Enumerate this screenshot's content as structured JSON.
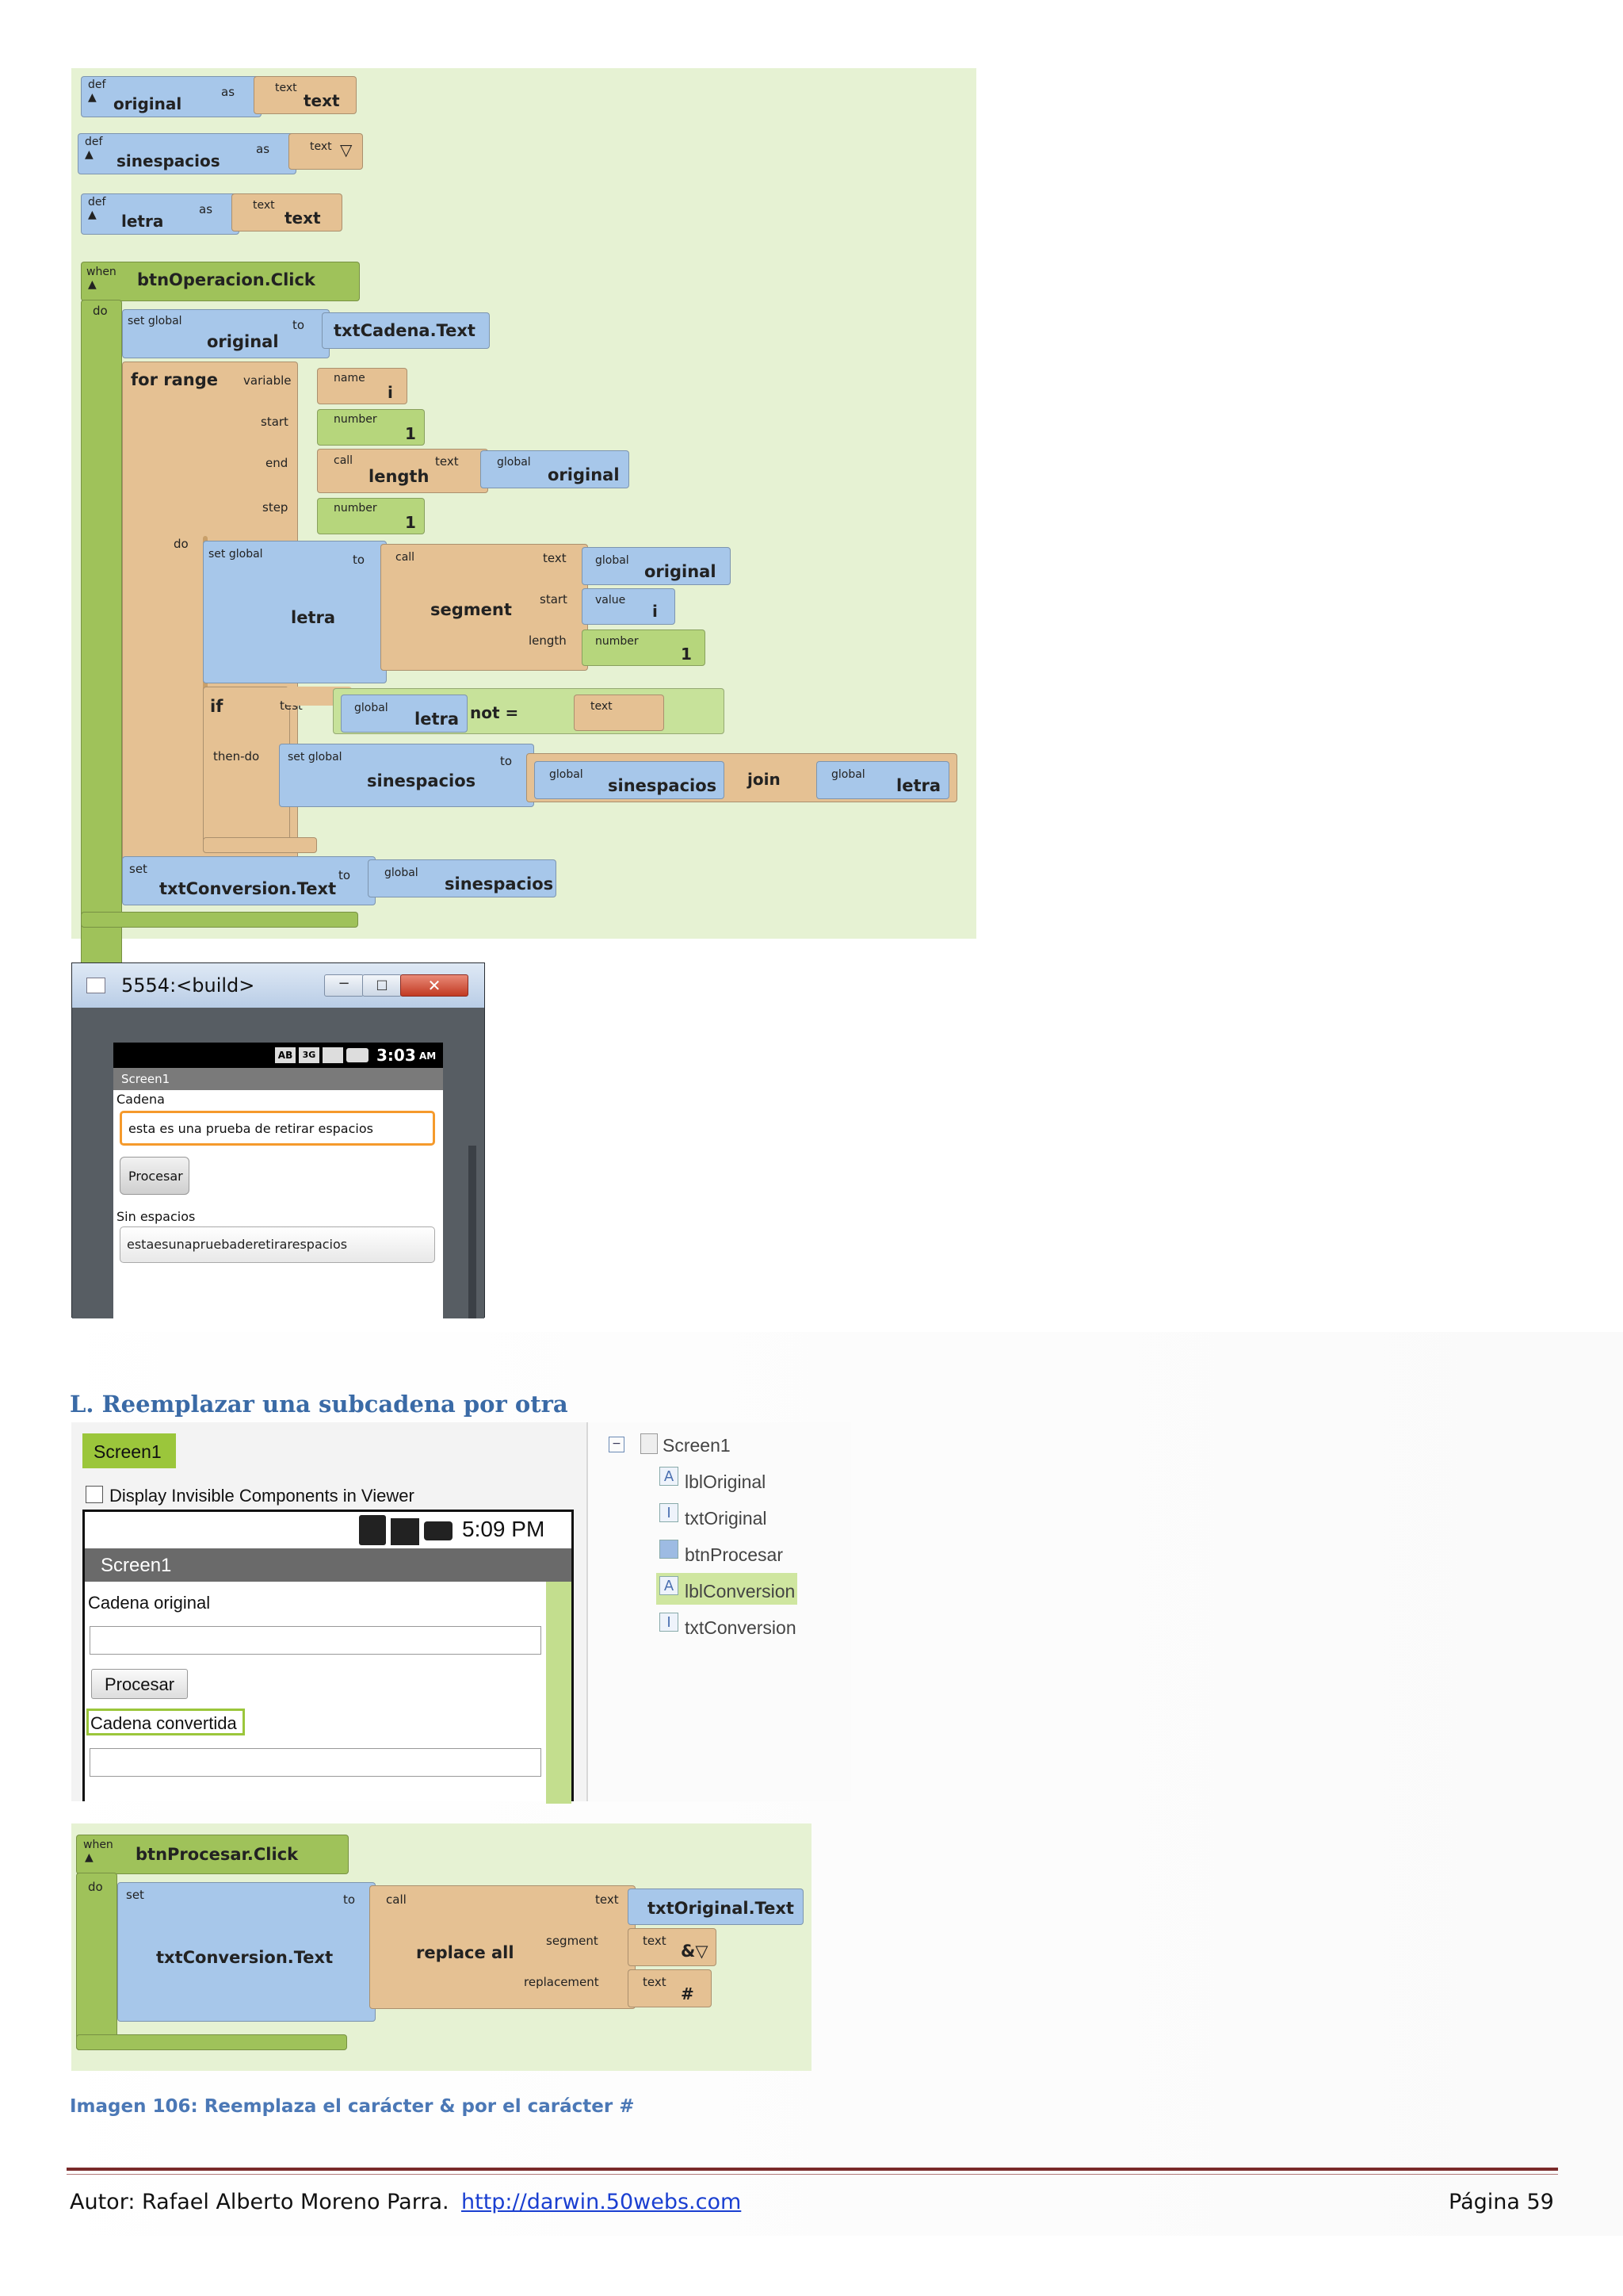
{
  "blocks1": {
    "def_label": "def",
    "as_label": "as",
    "text_label": "text",
    "defs": [
      {
        "name": "original",
        "value": "text"
      },
      {
        "name": "sinespacios",
        "value": "▽"
      },
      {
        "name": "letra",
        "value": "text"
      }
    ],
    "when_label": "when",
    "event": "btnOperacion.Click",
    "do_label": "do",
    "set_global_label": "set global",
    "to_label": "to",
    "set1_var": "original",
    "set1_value": "txtCadena.Text",
    "for_range": "for range",
    "variable_label": "variable",
    "name_label": "name",
    "name_value": "i",
    "start_label": "start",
    "number_label": "number",
    "start_value": "1",
    "end_label": "end",
    "call_label": "call",
    "length_fn": "length",
    "global_label": "global",
    "end_arg": "original",
    "step_label": "step",
    "step_value": "1",
    "inner_do": "do",
    "set2_var": "letra",
    "segment_fn": "segment",
    "seg_text_arg": "original",
    "value_label": "value",
    "seg_start_value": "i",
    "length_label": "length",
    "seg_length_value": "1",
    "if_label": "if",
    "test_label": "test",
    "test_var": "letra",
    "not_eq": "not =",
    "then_do": "then-do",
    "set3_var": "sinespacios",
    "join_arg1": "sinespacios",
    "join_label": "join",
    "join_arg2": "letra",
    "set_label": "set",
    "final_target": "txtConversion.Text",
    "final_value": "sinespacios"
  },
  "emulator": {
    "window_title": "5554:<build>",
    "status_time": "3:03",
    "status_ampm": "AM",
    "status_icons": [
      "AB",
      "3G"
    ],
    "screen_title": "Screen1",
    "label1": "Cadena",
    "input_value": "esta es una prueba de retirar espacios",
    "button": "Procesar",
    "label2": "Sin espacios",
    "output_value": "estaesunapruebaderetirarespacios"
  },
  "section_heading": "L. Reemplazar una subcadena por otra",
  "designer": {
    "screen_tab": "Screen1",
    "checkbox_label": "Display Invisible Components in Viewer",
    "status_time": "5:09 PM",
    "screen_title": "Screen1",
    "label1": "Cadena original",
    "button": "Procesar",
    "label2": "Cadena convertida",
    "tree": {
      "root": "Screen1",
      "items": [
        "lblOriginal",
        "txtOriginal",
        "btnProcesar",
        "lblConversion",
        "txtConversion"
      ]
    }
  },
  "blocks2": {
    "when_label": "when",
    "event": "btnProcesar.Click",
    "do_label": "do",
    "set_label": "set",
    "target": "txtConversion.Text",
    "to_label": "to",
    "call_label": "call",
    "fn": "replace all",
    "text_label": "text",
    "text_arg": "txtOriginal.Text",
    "segment_label": "segment",
    "segment_value": "&▽",
    "replacement_label": "replacement",
    "replacement_value": "#"
  },
  "caption": "Imagen 106: Reemplaza el carácter & por el carácter #",
  "footer": {
    "author": "Autor: Rafael Alberto Moreno Parra.",
    "link": "http://darwin.50webs.com",
    "page": "Página 59"
  },
  "colors": {
    "blocks_bg": "#e6f2d3",
    "var_block": "#a7c7ea",
    "text_block": "#e5c193",
    "number_block": "#b6d67c",
    "heading": "#3a6aa6",
    "caption": "#4b78b6",
    "footer_rule": "#7a2a2a",
    "link": "#1a3fd1"
  }
}
